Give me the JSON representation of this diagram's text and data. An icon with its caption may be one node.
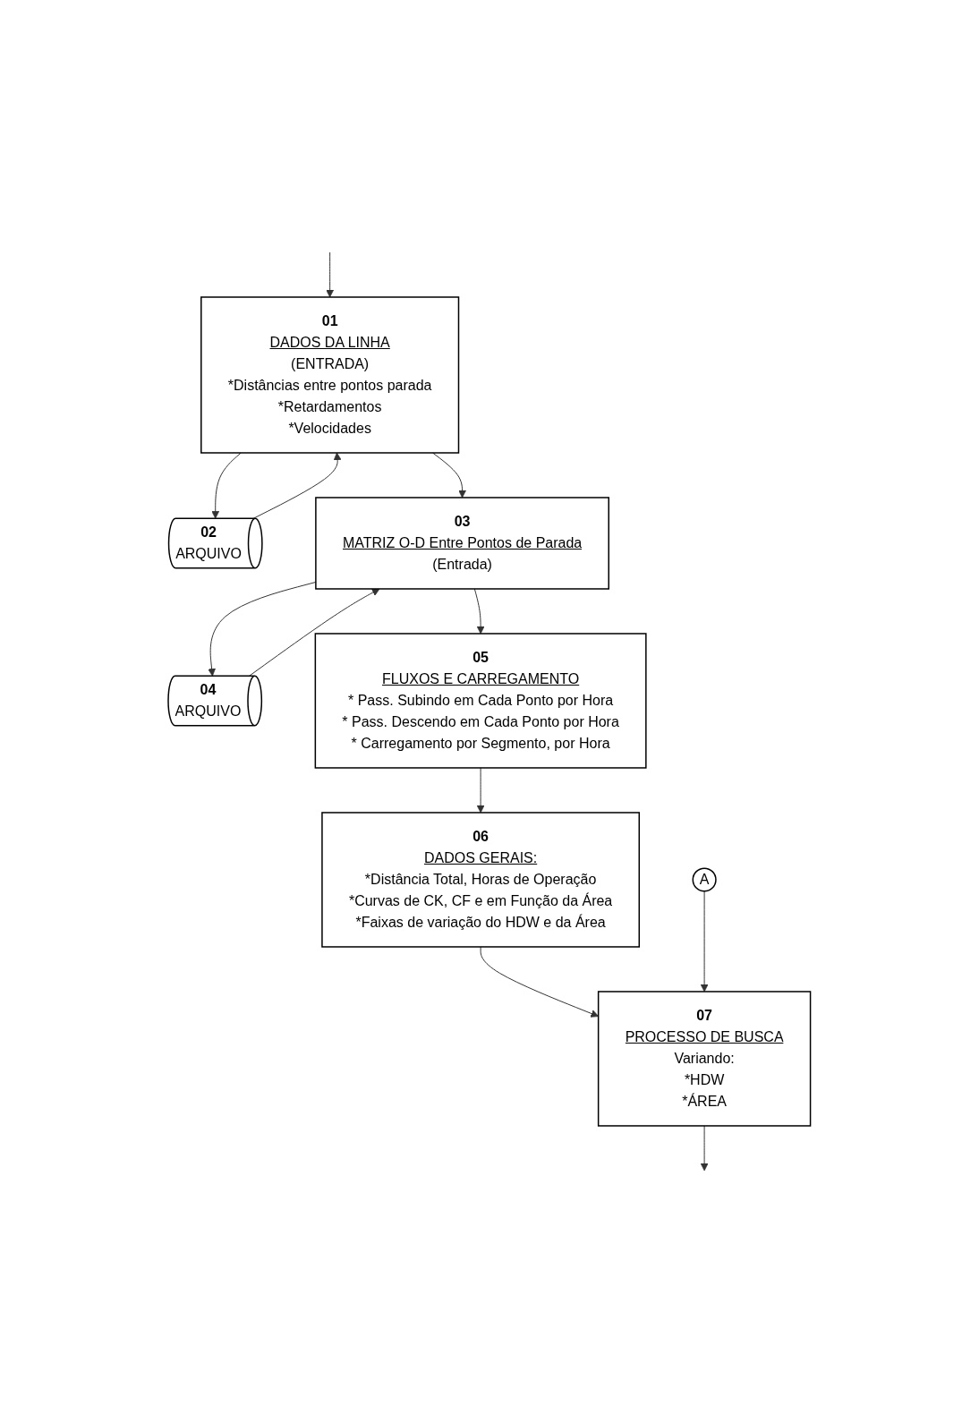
{
  "diagram": {
    "nodes": [
      {
        "text": [
          "01",
          "DADOS DA LINHA",
          "(ENTRADA)",
          "*Distâncias entre pontos parada",
          "*Retardamentos",
          "*Velocidades"
        ]
      },
      {
        "text": [
          "02",
          "ARQUIVO"
        ]
      },
      {
        "text": [
          "03",
          "MATRIZ  O-D Entre Pontos de Parada",
          "(Entrada)"
        ]
      },
      {
        "text": [
          "04",
          "ARQUIVO"
        ]
      },
      {
        "text": [
          "05",
          "FLUXOS E CARREGAMENTO",
          "* Pass. Subindo em Cada Ponto por Hora",
          "* Pass. Descendo em Cada Ponto por Hora",
          "* Carregamento por Segmento, por Hora"
        ]
      },
      {
        "text": [
          "06",
          "DADOS GERAIS:",
          "*Distância  Total, Horas de Operação",
          "*Curvas de CK, CF e em Função da Área",
          "*Faixas de variação do HDW e da Área"
        ]
      },
      {
        "text": [
          "07",
          "PROCESSO DE BUSCA",
          "Variando:",
          "*HDW",
          "*ÁREA"
        ]
      },
      {
        "text": [
          "A"
        ]
      }
    ],
    "edges": [
      {
        "from": null,
        "to": 0,
        "arrow": "to"
      },
      {
        "from": 0,
        "to": 1,
        "arrow": "to"
      },
      {
        "from": 1,
        "to": 0,
        "arrow": "to"
      },
      {
        "from": 0,
        "to": 2,
        "arrow": "to"
      },
      {
        "from": 2,
        "to": 3,
        "arrow": "to"
      },
      {
        "from": 3,
        "to": 2,
        "arrow": "to"
      },
      {
        "from": 2,
        "to": 4,
        "arrow": "to"
      },
      {
        "from": 4,
        "to": 5,
        "arrow": "to"
      },
      {
        "from": 5,
        "to": 6,
        "arrow": "to"
      },
      {
        "from": 7,
        "to": 6,
        "arrow": "to"
      },
      {
        "from": 6,
        "to": null,
        "arrow": "to"
      }
    ]
  }
}
